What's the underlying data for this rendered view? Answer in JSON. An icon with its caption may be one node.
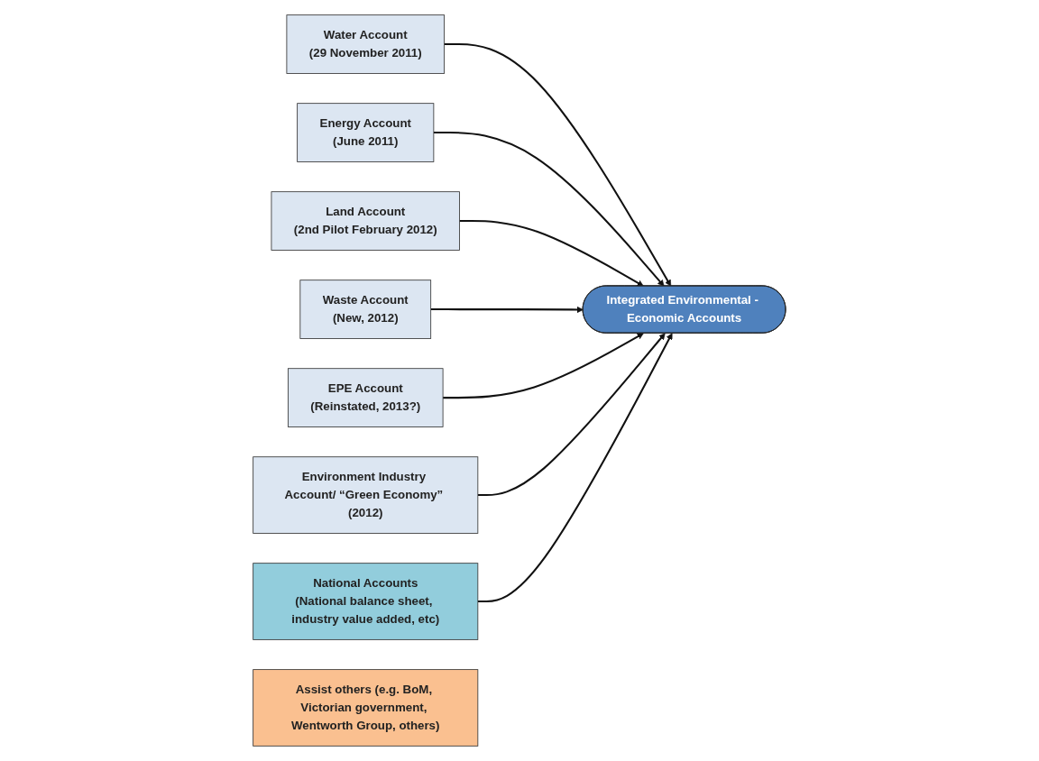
{
  "diagram": {
    "nodes": [
      {
        "text": [
          "Water Account",
          "(29 November 2011)"
        ]
      },
      {
        "text": [
          "Energy Account",
          "(June 2011)"
        ]
      },
      {
        "text": [
          "Land Account",
          "(2nd Pilot February 2012)"
        ]
      },
      {
        "text": [
          "Waste Account",
          "(New, 2012)"
        ]
      },
      {
        "text": [
          "EPE Account",
          "(Reinstated, 2013?)"
        ]
      },
      {
        "text": [
          "Integrated Environmental - Economic Accounts"
        ]
      },
      {
        "text": [
          "National Accounts",
          "(National balance sheet, industry value added, etc)"
        ]
      },
      {
        "text": [
          "Environment Industry Account/ “Green Economy” (2012)"
        ]
      },
      {
        "text": [
          "Assist others (e.g. BoM, Victorian government, Wentworth Group, others)"
        ]
      }
    ],
    "edges": [
      {
        "from": 0,
        "to": 5,
        "arrow": "to"
      },
      {
        "from": 1,
        "to": 5,
        "arrow": "to"
      },
      {
        "from": 2,
        "to": 5,
        "arrow": "to"
      },
      {
        "from": 3,
        "to": 5,
        "arrow": "to"
      },
      {
        "from": 4,
        "to": 5,
        "arrow": "to"
      },
      {
        "from": 7,
        "to": 5,
        "arrow": "to"
      },
      {
        "from": 6,
        "to": 5,
        "arrow": "to"
      }
    ]
  }
}
